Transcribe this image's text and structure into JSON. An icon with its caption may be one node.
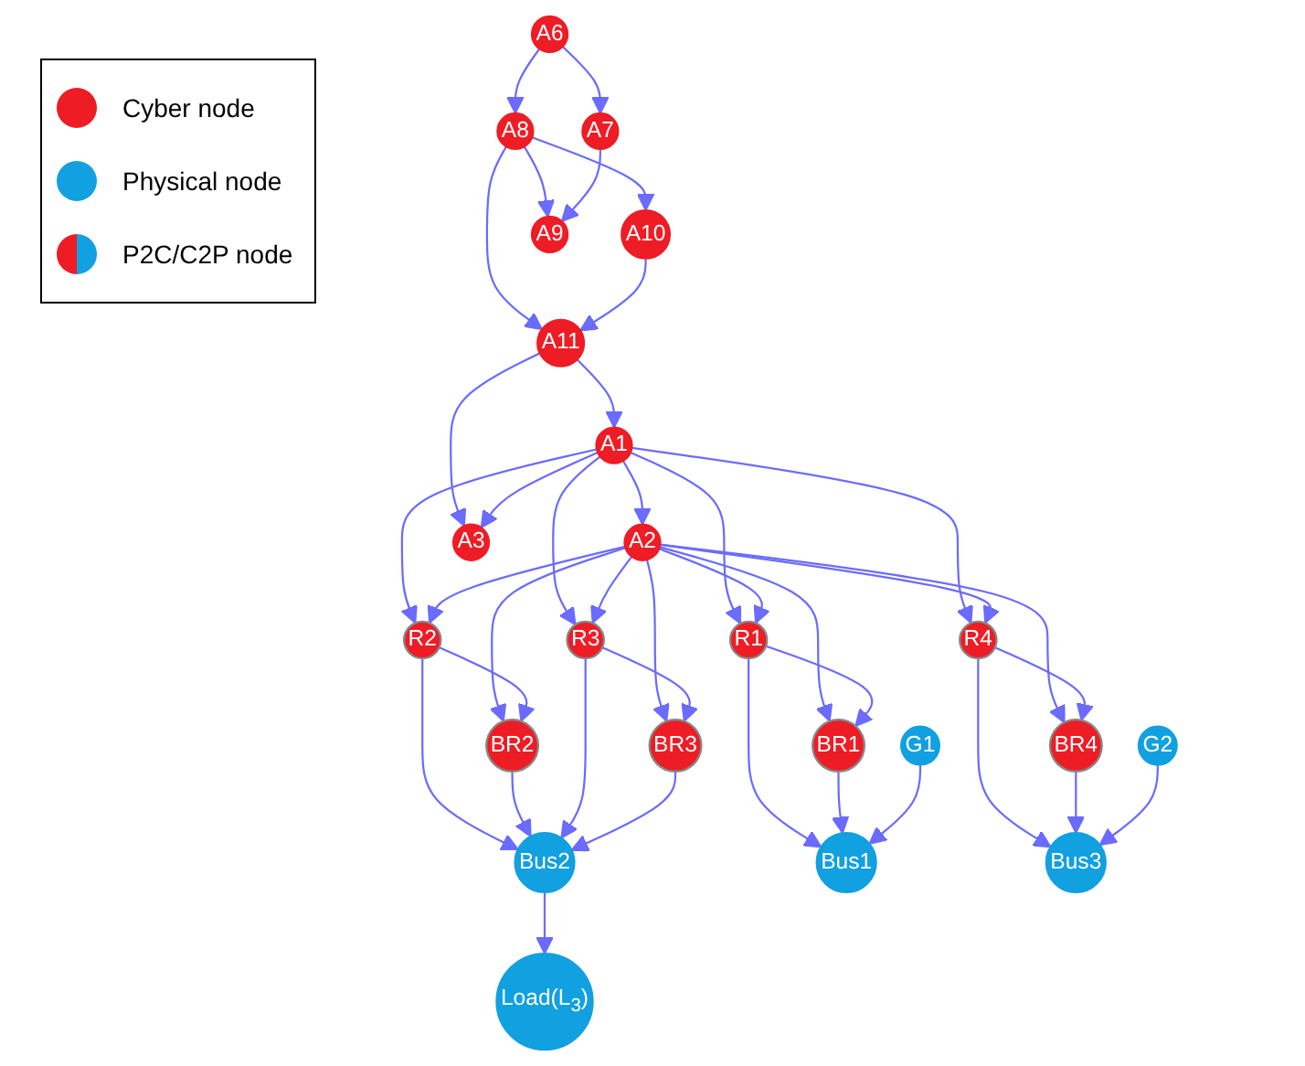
{
  "diagram": {
    "nodes": [
      {
        "text": [
          "A6"
        ]
      },
      {
        "text": [
          "A8"
        ]
      },
      {
        "text": [
          "A7"
        ]
      },
      {
        "text": [
          "A10"
        ]
      },
      {
        "text": [
          "A9"
        ]
      },
      {
        "text": [
          "A11"
        ]
      },
      {
        "text": [
          "A1"
        ]
      },
      {
        "text": [
          "A2"
        ]
      },
      {
        "text": [
          "A3"
        ]
      },
      {
        "text": [
          "R2"
        ]
      },
      {
        "text": [
          "R3"
        ]
      },
      {
        "text": [
          "R1"
        ]
      },
      {
        "text": [
          "R4"
        ]
      },
      {
        "text": [
          "BR2"
        ]
      },
      {
        "text": [
          "BR3"
        ]
      },
      {
        "text": [
          "BR1"
        ]
      },
      {
        "text": [
          "BR4"
        ]
      },
      {
        "text": [
          "Bus2"
        ]
      },
      {
        "text": [
          "Bus1"
        ]
      },
      {
        "text": [
          "Bus3"
        ]
      },
      {
        "text": [
          "Load(L$_{3}$)"
        ]
      },
      {
        "text": [
          "G1"
        ]
      },
      {
        "text": [
          "G2"
        ]
      }
    ],
    "edges": [
      {
        "from": 0,
        "to": 1,
        "arrow": "to"
      },
      {
        "from": 0,
        "to": 2,
        "arrow": "to"
      },
      {
        "from": 1,
        "to": 3,
        "arrow": "to"
      },
      {
        "from": 1,
        "to": 4,
        "arrow": "to"
      },
      {
        "from": 1,
        "to": 5,
        "arrow": "to"
      },
      {
        "from": 2,
        "to": 4,
        "arrow": "to"
      },
      {
        "from": 3,
        "to": 5,
        "arrow": "to"
      },
      {
        "from": 5,
        "to": 6,
        "arrow": "to"
      },
      {
        "from": 5,
        "to": 8,
        "arrow": "to"
      },
      {
        "from": 6,
        "to": 7,
        "arrow": "to"
      },
      {
        "from": 6,
        "to": 8,
        "arrow": "to"
      },
      {
        "from": 6,
        "to": 9,
        "arrow": "to"
      },
      {
        "from": 6,
        "to": 10,
        "arrow": "to"
      },
      {
        "from": 6,
        "to": 11,
        "arrow": "to"
      },
      {
        "from": 6,
        "to": 12,
        "arrow": "to"
      },
      {
        "from": 7,
        "to": 9,
        "arrow": "to"
      },
      {
        "from": 7,
        "to": 13,
        "arrow": "to"
      },
      {
        "from": 7,
        "to": 10,
        "arrow": "to"
      },
      {
        "from": 7,
        "to": 14,
        "arrow": "to"
      },
      {
        "from": 7,
        "to": 15,
        "arrow": "to"
      },
      {
        "from": 7,
        "to": 11,
        "arrow": "to"
      },
      {
        "from": 7,
        "to": 12,
        "arrow": "to"
      },
      {
        "from": 7,
        "to": 16,
        "arrow": "to"
      },
      {
        "from": 9,
        "to": 13,
        "arrow": "to"
      },
      {
        "from": 10,
        "to": 14,
        "arrow": "to"
      },
      {
        "from": 11,
        "to": 15,
        "arrow": "to"
      },
      {
        "from": 12,
        "to": 16,
        "arrow": "to"
      },
      {
        "from": 9,
        "to": 17,
        "arrow": "to"
      },
      {
        "from": 13,
        "to": 17,
        "arrow": "to"
      },
      {
        "from": 10,
        "to": 17,
        "arrow": "to"
      },
      {
        "from": 14,
        "to": 17,
        "arrow": "to"
      },
      {
        "from": 11,
        "to": 18,
        "arrow": "to"
      },
      {
        "from": 15,
        "to": 18,
        "arrow": "to"
      },
      {
        "from": 12,
        "to": 19,
        "arrow": "to"
      },
      {
        "from": 16,
        "to": 19,
        "arrow": "to"
      },
      {
        "from": 17,
        "to": 20,
        "arrow": "to"
      },
      {
        "from": 21,
        "to": 18,
        "arrow": "to"
      },
      {
        "from": 22,
        "to": 19,
        "arrow": "to"
      }
    ],
    "legend": [
      {
        "text": "Cyber node",
        "color": "#ee1c25"
      },
      {
        "text": "Physical node",
        "color": "#11a0e0"
      },
      {
        "text": "P2C/C2P node"
      }
    ]
  }
}
